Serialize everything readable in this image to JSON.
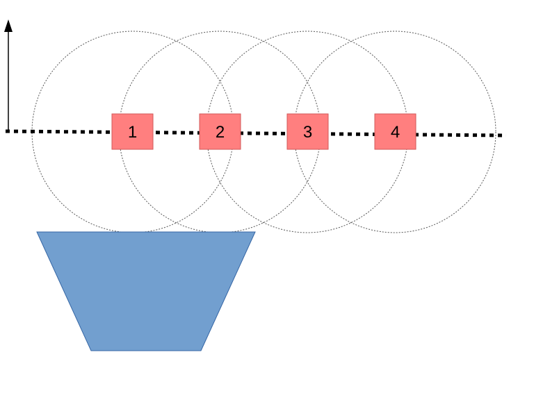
{
  "colors": {
    "background": "#ffffff",
    "node_fill": "#ff7f7f",
    "node_stroke": "#d25a5a",
    "circle_stroke": "#555555",
    "line": "#000000",
    "trapezoid_fill": "#729fcf",
    "trapezoid_stroke": "#3465a4"
  },
  "shapes": {
    "up_arrow": "arrow-up",
    "path_line": "dotted-line",
    "bucket": "trapezoid"
  },
  "nodes": [
    {
      "label": "1"
    },
    {
      "label": "2"
    },
    {
      "label": "3"
    },
    {
      "label": "4"
    }
  ]
}
